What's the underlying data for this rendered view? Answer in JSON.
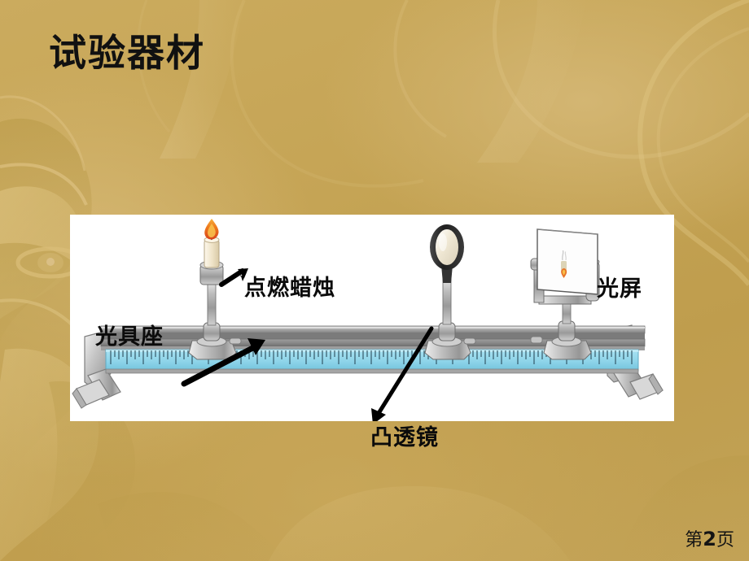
{
  "slide": {
    "title": "试验器材",
    "page_label_prefix": "第",
    "page_number": "2",
    "page_label_suffix": "页",
    "background_color": "#c5a455",
    "panel_color": "#ffffff"
  },
  "diagram": {
    "caption_candle": "点燃蜡烛",
    "caption_bench": "光具座",
    "caption_screen": "光屏",
    "caption_lens": "凸透镜",
    "parts": {
      "candle_flame_color": "#e8641a",
      "candle_body_color": "#f0e6cf",
      "metal_color": "#b7b7b7",
      "ruler_color": "#8fd8ee",
      "rail_color": "#8d8d8d",
      "lens_ring_color": "#2e2e2e",
      "lens_glass_color": "#efe9d8"
    }
  }
}
